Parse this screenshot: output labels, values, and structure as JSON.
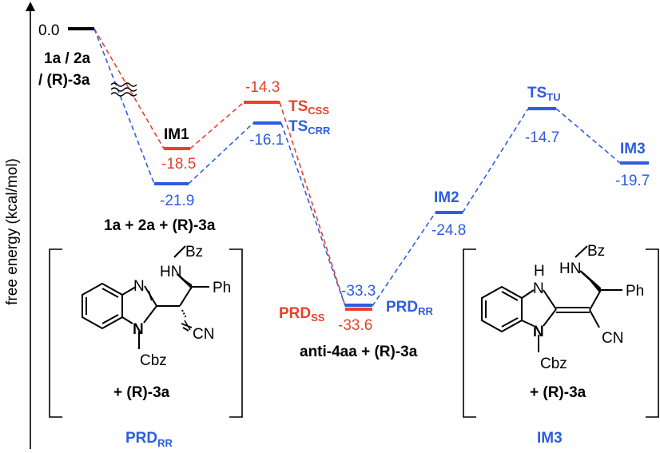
{
  "diagram": {
    "y_axis_label": "free energy (kcal/mol)",
    "colors": {
      "red": "#e8412c",
      "blue": "#2d5de0",
      "black": "#000000"
    },
    "start": {
      "value": "0.0",
      "line1": "1a / 2a",
      "line2": "/ (R)-3a"
    },
    "im1": {
      "name": "IM1",
      "red_value": "-18.5",
      "blue_value": "-21.9",
      "sum_label": "1a + 2a + (R)-3a"
    },
    "ts_css": {
      "name": "TS",
      "sub": "CSS",
      "value": "-14.3"
    },
    "ts_crr": {
      "name": "TS",
      "sub": "CRR",
      "value": "-16.1"
    },
    "prd_ss": {
      "name": "PRD",
      "sub": "SS",
      "value": "-33.6"
    },
    "prd_rr": {
      "name": "PRD",
      "sub": "RR",
      "value": "-33.3"
    },
    "anti_label": "anti-4aa + (R)-3a",
    "im2": {
      "name": "IM2",
      "value": "-24.8"
    },
    "ts_tu": {
      "name": "TS",
      "sub": "TU",
      "value": "-14.7"
    },
    "im3": {
      "name": "IM3",
      "value": "-19.7"
    },
    "structure_left": {
      "atoms": {
        "bz": "Bz",
        "hn": "HN",
        "ph": "Ph",
        "n_top": "N",
        "n_bottom": "N",
        "cn": "CN",
        "cbz": "Cbz"
      },
      "caption": "+ (R)-3a",
      "below_label": "PRD",
      "below_sub": "RR"
    },
    "structure_right": {
      "atoms": {
        "bz": "Bz",
        "hn": "HN",
        "ph": "Ph",
        "h": "H",
        "n_top": "N",
        "n_bottom": "N",
        "cn": "CN",
        "cbz": "Cbz"
      },
      "caption": "+ (R)-3a",
      "below_label": "IM3"
    }
  }
}
